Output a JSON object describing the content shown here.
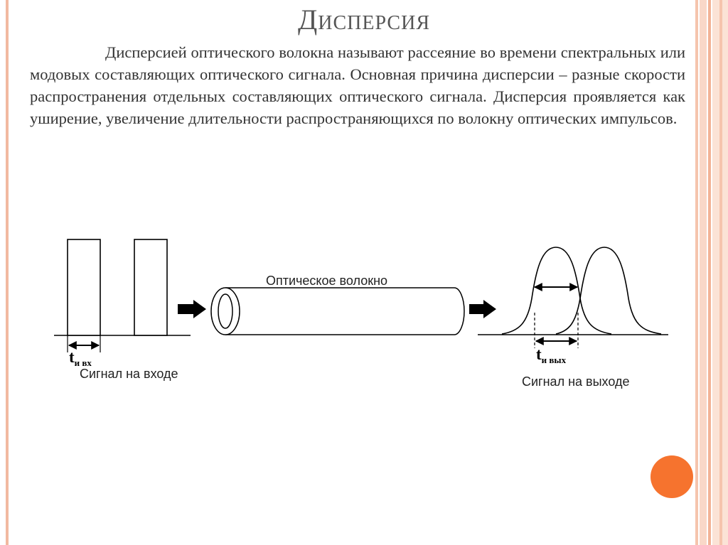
{
  "slide": {
    "title": "Дисперсия",
    "paragraph": "Дисперсией оптического волокна называют рассеяние во времени спектральных или модовых составляющих оптического сигнала. Основная причина дисперсии – разные скорости распространения отдельных составляющих оптического сигнала. Дисперсия проявляется как уширение, увеличение длительности распространяющихся по волокну оптических импульсов."
  },
  "diagram": {
    "fiber_label": "Оптическое волокно",
    "input_t": "t",
    "input_sub": "и вх",
    "input_label": "Сигнал на входе",
    "output_t": "t",
    "output_sub": "и вых",
    "output_label": "Сигнал на выходе"
  },
  "colors": {
    "accent_dot": "#f6732e",
    "frame_stripes": "#f5c4ad"
  }
}
